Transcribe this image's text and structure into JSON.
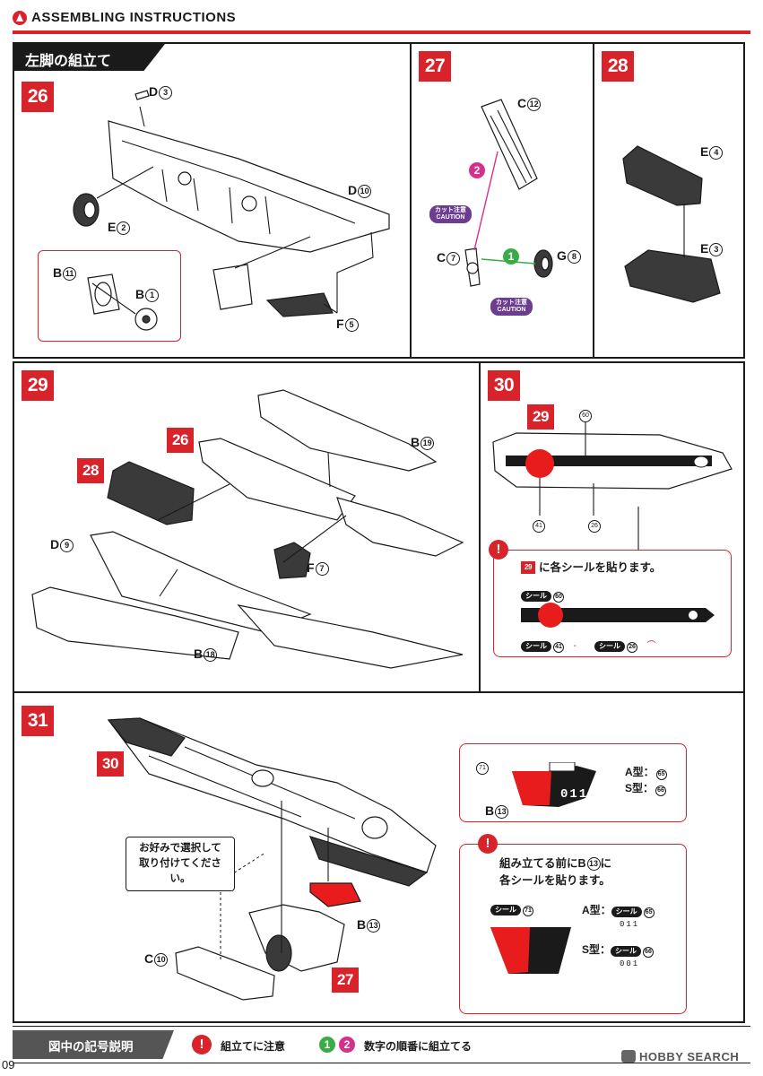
{
  "header": {
    "title": "ASSEMBLING INSTRUCTIONS"
  },
  "section": {
    "title": "左脚の組立て"
  },
  "steps": {
    "s26": "26",
    "s27": "27",
    "s28": "28",
    "s29": "29",
    "s30": "30",
    "s31": "31",
    "ref26": "26",
    "ref28": "28",
    "ref29": "29",
    "ref30": "30",
    "ref27": "27"
  },
  "step26": {
    "parts": {
      "d3": {
        "letter": "D",
        "num": "3"
      },
      "d10": {
        "letter": "D",
        "num": "10"
      },
      "e2": {
        "letter": "E",
        "num": "2"
      },
      "b11": {
        "letter": "B",
        "num": "11"
      },
      "b1": {
        "letter": "B",
        "num": "1"
      },
      "f5": {
        "letter": "F",
        "num": "5"
      }
    }
  },
  "step27": {
    "parts": {
      "c12": {
        "letter": "C",
        "num": "12"
      },
      "c7": {
        "letter": "C",
        "num": "7"
      },
      "g8": {
        "letter": "G",
        "num": "8"
      }
    },
    "order_1": "1",
    "order_2": "2",
    "caution_line1": "カット注意",
    "caution_line2": "CAUTION"
  },
  "step28": {
    "parts": {
      "e4": {
        "letter": "E",
        "num": "4"
      },
      "e3": {
        "letter": "E",
        "num": "3"
      }
    }
  },
  "step29": {
    "parts": {
      "b19": {
        "letter": "B",
        "num": "19"
      },
      "d9": {
        "letter": "D",
        "num": "9"
      },
      "f7": {
        "letter": "F",
        "num": "7"
      },
      "b18": {
        "letter": "B",
        "num": "18"
      }
    }
  },
  "step30": {
    "sticker_nums": {
      "n60": "60",
      "n41": "41",
      "n26": "26"
    },
    "note": "に各シールを貼ります。",
    "sticker_label": "シール",
    "sticker_60": "60",
    "sticker_41": "41",
    "sticker_26": "26",
    "excl": "!"
  },
  "step31": {
    "parts": {
      "b13": {
        "letter": "B",
        "num": "13"
      },
      "c10": {
        "letter": "C",
        "num": "10"
      },
      "b13b": {
        "letter": "B",
        "num": "13"
      }
    },
    "speech_line1": "お好みで選択して",
    "speech_line2": "取り付けてください。",
    "type_a": "A型：",
    "type_s": "S型：",
    "sticker_65": "65",
    "sticker_66": "66",
    "sticker_71": "71",
    "marking_a": "011",
    "marking_s": "001",
    "callout_line1": "組み立てる前に",
    "callout_line1_part": "B",
    "callout_line1_num": "13",
    "callout_line1_end": "に",
    "callout_line2": "各シールを貼ります。",
    "type_a2": "A型：",
    "type_s2": "S型：",
    "excl": "!"
  },
  "footer": {
    "legend_title": "図中の記号説明",
    "caution_symbol": "!",
    "caution_text": "組立てに注意",
    "order_1": "1",
    "order_2": "2",
    "order_text": "数字の順番に組立てる"
  },
  "page_number": "09",
  "watermark": "HOBBY SEARCH",
  "colors": {
    "accent_red": "#d8232a",
    "caution_purple": "#6b3c8f",
    "order_green": "#3bab4a",
    "order_pink": "#d6318a"
  }
}
